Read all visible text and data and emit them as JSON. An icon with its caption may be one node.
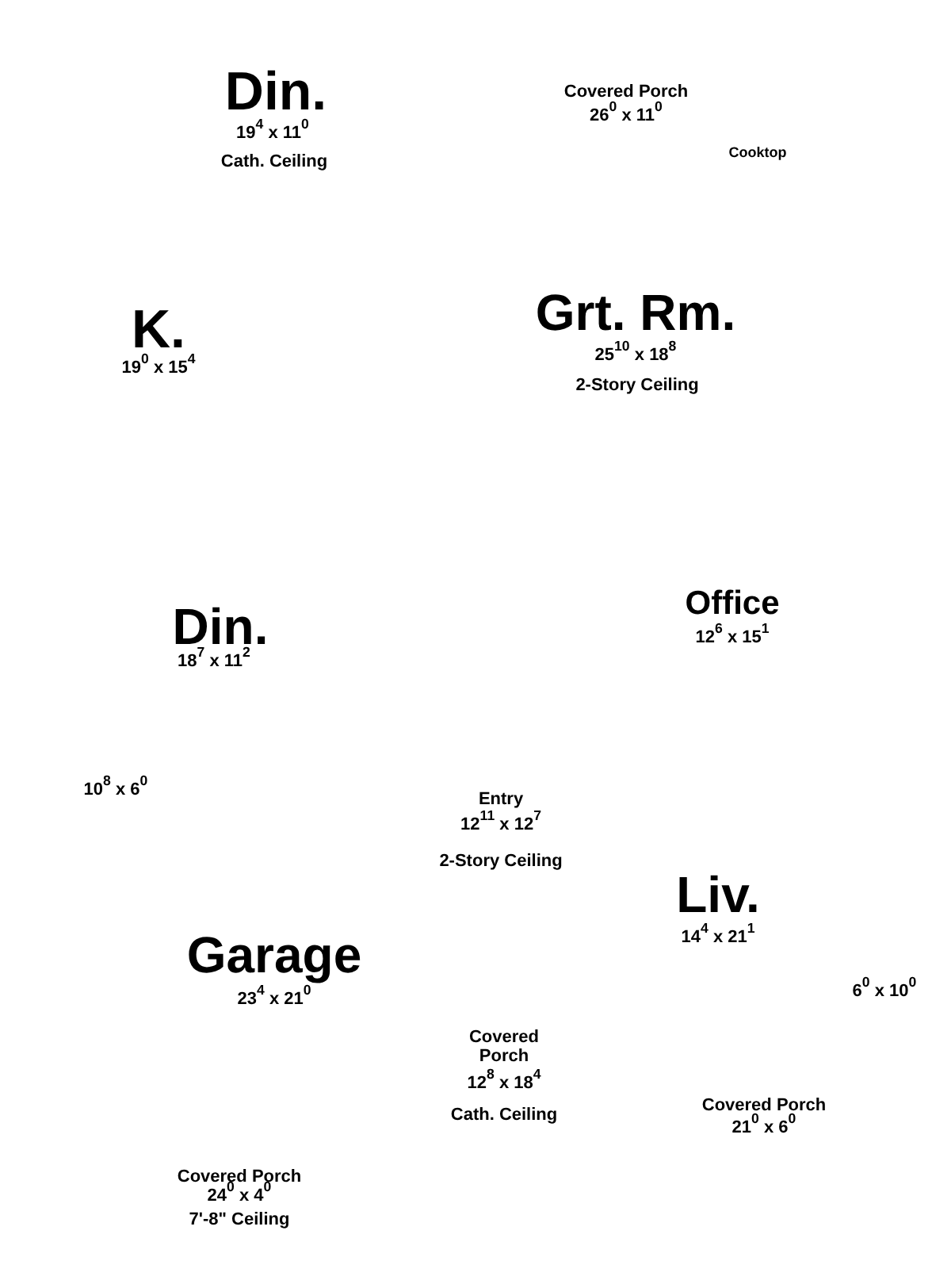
{
  "diagram": {
    "labels": [
      "Din.",
      "19$^{4}$ x 11$^{0}$",
      "Cath. Ceiling",
      "Covered Porch",
      "26$^{0}$ x 11$^{0}$",
      "Cooktop",
      "K.",
      "19$^{0}$ x 15$^{4}$",
      "Grt. Rm.",
      "25$^{10}$ x 18$^{8}$",
      "2-Story Ceiling",
      "Din.",
      "18$^{7}$ x 11$^{2}$",
      "Office",
      "12$^{6}$ x 15$^{1}$",
      "10$^{8}$ x 6$^{0}$",
      "Entry",
      "12$^{11}$ x 12$^{7}$",
      "2-Story Ceiling",
      "Liv.",
      "14$^{4}$ x 21$^{1}$",
      "Garage",
      "23$^{4}$ x 21$^{0}$",
      "6$^{0}$ x 10$^{0}$",
      "Covered Porch",
      "12$^{8}$ x 18$^{4}$",
      "Cath. Ceiling",
      "Covered Porch",
      "21$^{0}$ x 6$^{0}$",
      "Covered Porch",
      "24$^{0}$ x 4$^{0}$",
      "7'-8\" Ceiling"
    ]
  }
}
